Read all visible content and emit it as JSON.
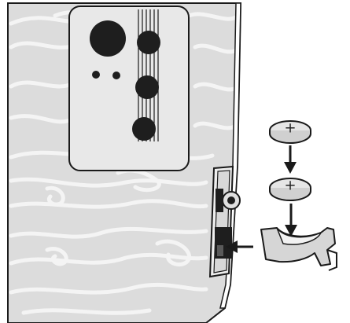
{
  "diagram": {
    "battery_top": {
      "symbol": "+"
    },
    "battery_bottom": {
      "symbol": "+"
    },
    "steps": [
      {
        "from": "battery-top",
        "to": "battery-bottom",
        "arrow": "down-arrow-1"
      },
      {
        "from": "battery-bottom",
        "to": "battery-tray",
        "arrow": "down-arrow-2"
      },
      {
        "from": "battery-tray",
        "to": "lock-battery-slot",
        "arrow": "left-arrow"
      }
    ]
  },
  "colors": {
    "wood_fill": "#dcdcdc",
    "wood_grain": "#f4f4f4",
    "outline": "#1a1a1a",
    "panel_fill": "#e8e8e8",
    "button_fill": "#1e1e1e",
    "battery_fill": "#e6e6e6",
    "tray_fill": "#d6d6d6"
  },
  "icons": [
    "lock-keypad-icon",
    "coin-battery-icon",
    "battery-tray-icon",
    "arrow-down-icon",
    "arrow-left-icon"
  ]
}
